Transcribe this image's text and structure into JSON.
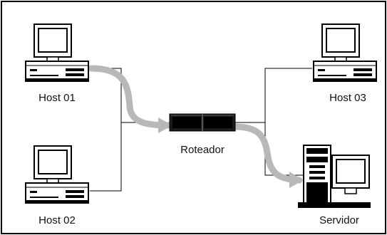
{
  "diagram": {
    "nodes": {
      "host01": {
        "label": "Host 01",
        "icon": "desktop-computer-icon"
      },
      "host02": {
        "label": "Host 02",
        "icon": "desktop-computer-icon"
      },
      "host03": {
        "label": "Host 03",
        "icon": "desktop-computer-icon"
      },
      "router": {
        "label": "Roteador",
        "icon": "router-icon"
      },
      "server": {
        "label": "Servidor",
        "icon": "server-tower-icon"
      }
    },
    "links": [
      {
        "from": "host01",
        "to": "router"
      },
      {
        "from": "host02",
        "to": "router"
      },
      {
        "from": "router",
        "to": "host03"
      },
      {
        "from": "router",
        "to": "server"
      }
    ],
    "highlighted_path": [
      "host01",
      "router",
      "server"
    ],
    "colors": {
      "line": "#000000",
      "highlight": "#b8b8b8",
      "frame": "#000000"
    }
  }
}
